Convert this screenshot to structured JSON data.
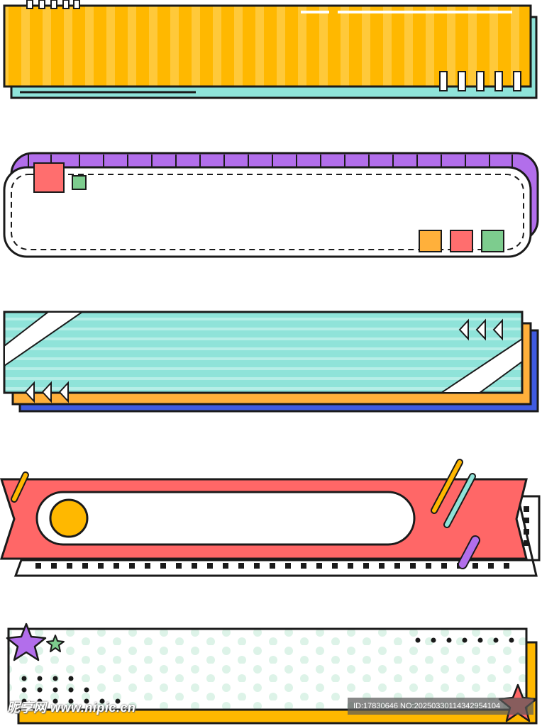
{
  "colors": {
    "yellow": "#FFB800",
    "yellow_stripe": "#FFC93A",
    "teal": "#8FE3D9",
    "purple": "#B26EEB",
    "pink": "#FF6E6E",
    "green": "#7DCC8E",
    "orange": "#FFB03B",
    "blue": "#3F5BE0",
    "coral": "#FF6767",
    "outline": "#1A1A1A",
    "dot_mint": "#DDF3E8"
  },
  "frames": [
    {
      "name": "yellow-striped-banner"
    },
    {
      "name": "purple-dashed-rounded-banner"
    },
    {
      "name": "teal-striped-layered-banner"
    },
    {
      "name": "coral-ribbon-banner"
    },
    {
      "name": "polka-dot-star-banner"
    }
  ],
  "watermark": {
    "site_logo": "昵享网 www.nipic.cn",
    "image_id": "ID:17830646 NO:20250330114342954104"
  }
}
